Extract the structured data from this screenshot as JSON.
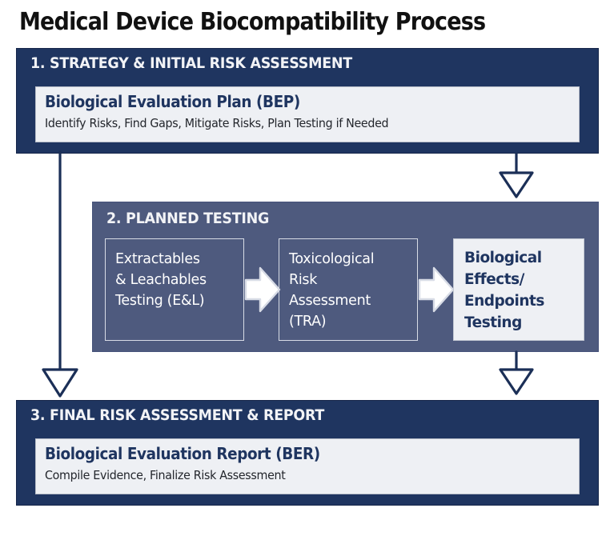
{
  "title": "Medical Device Biocompatibility Process",
  "colors": {
    "dark_navy": "#1F3560",
    "slate_blue": "#4E5A7E",
    "light_card": "#EEF0F4",
    "title_black": "#111111",
    "arrow_outline": "#1B2F57"
  },
  "sections": [
    {
      "id": "strategy",
      "header": "1. STRATEGY & INITIAL RISK ASSESSMENT",
      "card": {
        "title": "Biological Evaluation Plan (BEP)",
        "subtitle": "Identify Risks, Find Gaps, Mitigate Risks, Plan Testing if Needed"
      }
    },
    {
      "id": "planned-testing",
      "header": "2. PLANNED TESTING",
      "steps": [
        {
          "id": "extractables-leachables",
          "label": "Extractables\n& Leachables\nTesting (E&L)",
          "style": "outline"
        },
        {
          "id": "toxicological-risk-assessment",
          "label": "Toxicological\nRisk\nAssessment\n(TRA)",
          "style": "outline"
        },
        {
          "id": "biological-effects-endpoints",
          "label": "Biological\nEffects/\nEndpoints\nTesting",
          "style": "filled"
        }
      ]
    },
    {
      "id": "final-risk-report",
      "header": "3. FINAL RISK ASSESSMENT & REPORT",
      "card": {
        "title": "Biological Evaluation Report (BER)",
        "subtitle": "Compile Evidence, Finalize Risk Assessment"
      }
    }
  ],
  "connectors": [
    {
      "id": "strategy-to-planned-testing",
      "type": "down-arrow"
    },
    {
      "id": "strategy-to-final-report",
      "type": "elbow-down-arrow"
    },
    {
      "id": "planned-testing-to-final-report",
      "type": "down-arrow"
    },
    {
      "id": "el-to-tra",
      "type": "right-arrow"
    },
    {
      "id": "tra-to-endpoints",
      "type": "right-arrow"
    }
  ]
}
